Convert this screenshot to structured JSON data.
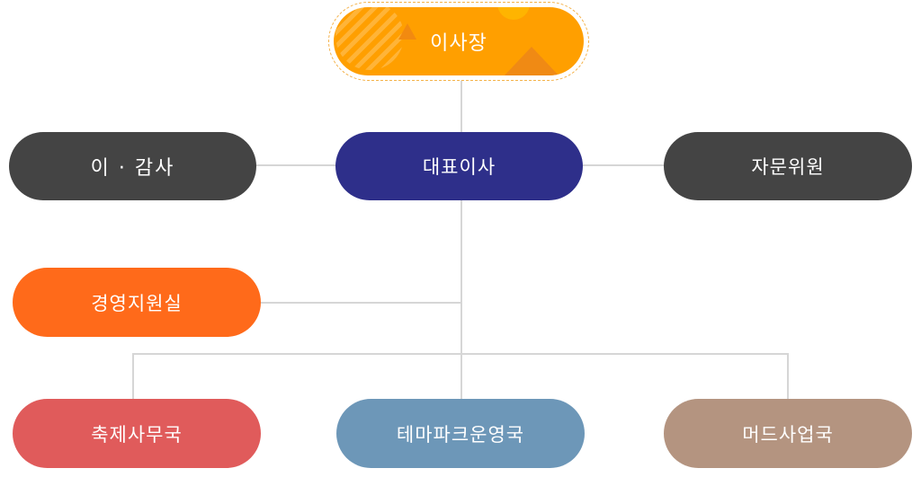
{
  "nodes": {
    "chairman": {
      "label": "이사장",
      "color": "#ff9f00"
    },
    "ceo": {
      "label": "대표이사",
      "color": "#2e2f8a"
    },
    "directors_auditors": {
      "label": "이 · 감사",
      "color": "#444444"
    },
    "advisory": {
      "label": "자문위원",
      "color": "#444444"
    },
    "management_support": {
      "label": "경영지원실",
      "color": "#ff6a1a"
    },
    "festival_office": {
      "label": "축제사무국",
      "color": "#e05b5b"
    },
    "themepark_operations": {
      "label": "테마파크운영국",
      "color": "#6d97b8"
    },
    "merchandise": {
      "label": "머드사업국",
      "color": "#b49480"
    }
  }
}
